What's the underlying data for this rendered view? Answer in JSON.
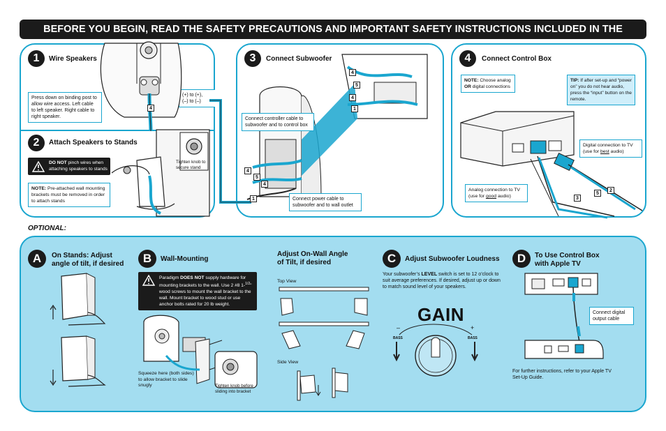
{
  "banner": "BEFORE YOU BEGIN, READ THE SAFETY PRECAUTIONS AND IMPORTANT SAFETY INSTRUCTIONS INCLUDED IN THE OWNERS MANUAL.",
  "step1": {
    "num": "1",
    "title": "Wire Speakers",
    "note": "Press down on binding post to allow wire access. Left cable to left speaker. Right cable to right speaker.",
    "polarity_plus": "(+) to (+),",
    "polarity_minus": "(–) to (–)",
    "cable_num": "4"
  },
  "step2": {
    "num": "2",
    "title": "Attach Speakers to Stands",
    "warn_bold": "DO NOT",
    "warn_text": " pinch wires when attaching speakers to stands",
    "note_bold": "NOTE:",
    "note_text": " Pre-attached wall mounting brackets must be removed in order to attach stands",
    "knob": "Tighten knob to secure stand"
  },
  "step3": {
    "num": "3",
    "title": "Connect Subwoofer",
    "controller_note": "Connect controller cable to subwoofer and to control box",
    "power_note": "Connect power cable to subwoofer and to wall outlet",
    "cables": [
      "4",
      "5",
      "4",
      "1"
    ],
    "cables_lower": [
      "4",
      "5",
      "4",
      "1"
    ]
  },
  "step4": {
    "num": "4",
    "title": "Connect Control Box",
    "note_bold": "NOTE:",
    "note_text": " Choose analog",
    "note_or": "OR",
    "note_text2": " digital connections",
    "tip_bold": "TIP:",
    "tip_text": " If after set-up and “power on” you do not hear audio, press the “input” button on the remote.",
    "digital_a": "Digital connection to TV",
    "digital_b1": "(use for ",
    "digital_best": "best",
    "digital_b2": " audio)",
    "analog_a": "Analog connection to TV",
    "analog_b1": "(use for ",
    "analog_good": "good",
    "analog_b2": " audio)",
    "cables": [
      "5",
      "2",
      "3"
    ]
  },
  "optional": "OPTIONAL:",
  "secA": {
    "letter": "A",
    "title1": "On Stands: Adjust",
    "title2": "angle of tilt, if desired"
  },
  "secB": {
    "letter": "B",
    "title": "Wall-Mounting",
    "warn1": "Paradigm ",
    "warn_bold": "DOES NOT",
    "warn2": " supply hardware for mounting brackets to the wall. Use 2 #8 1-",
    "warn_frac": "1/2",
    "warn3": "\" wood screws to mount the wall bracket to the wall. Mount bracket to wood stud or use anchor bolts rated for 20 lb weight.",
    "squeeze": "Squeeze here (both sides) to allow bracket to slide snugly",
    "knob": "Tighten knob before sliding into bracket"
  },
  "secAngle": {
    "title1": "Adjust On-Wall Angle",
    "title2": "of Tilt, if desired",
    "top": "Top View",
    "side": "Side View"
  },
  "secC": {
    "letter": "C",
    "title": "Adjust Subwoofer Loudness",
    "text1": "Your subwoofer’s ",
    "text_bold": "LEVEL",
    "text2": " switch is set to 12 o’clock to suit average preferences. If desired, adjust up or down to match sound level of your speakers.",
    "gain": "GAIN",
    "minus": "–",
    "plus": "+",
    "bass_left": "BASS",
    "bass_right": "BASS"
  },
  "secD": {
    "letter": "D",
    "title1": "To Use Control Box",
    "title2": "with Apple TV",
    "cable_note": "Connect digital output cable",
    "footer": "For further instructions, refer to your Apple TV Set-Up Guide."
  },
  "colors": {
    "accent": "#1aa6cf",
    "light": "#a3ddf0",
    "dark": "#1b1b1b"
  }
}
